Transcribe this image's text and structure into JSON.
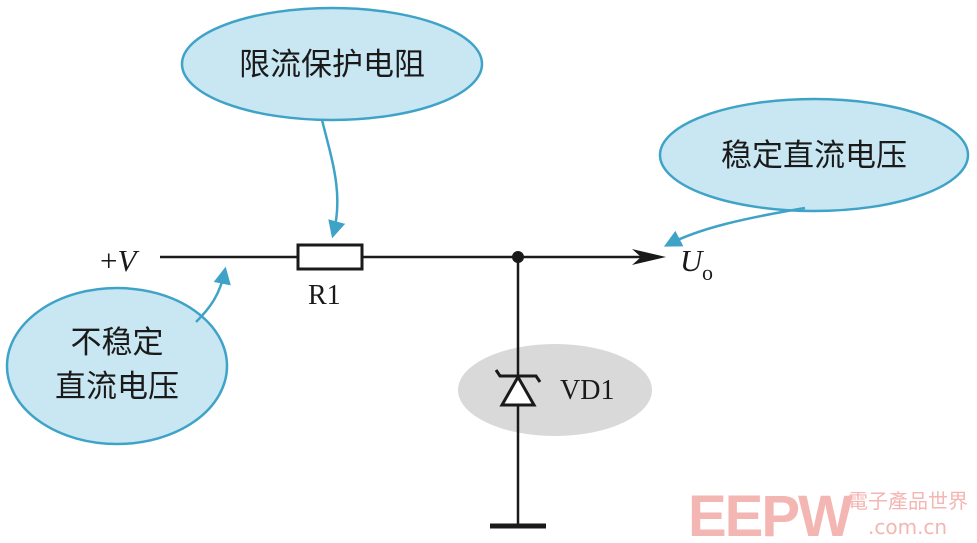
{
  "callouts": {
    "resistor_note": "限流保护电阻",
    "output_note": "稳定直流电压",
    "input_note_line1": "不稳定",
    "input_note_line2": "直流电压"
  },
  "labels": {
    "input_plus": "+",
    "input_v": "V",
    "resistor": "R1",
    "output_u": "U",
    "output_sub": "o",
    "diode": "VD1"
  },
  "watermark": {
    "brand": "EEPW",
    "cn": "電子產品世界",
    "domain": ".com.cn"
  },
  "colors": {
    "bubble_fill": "#c9e7f2",
    "bubble_stroke": "#3fa3c8",
    "wire": "#1a1a1a",
    "highlight": "#d9d9d9",
    "watermark": "#f3b6b2"
  }
}
